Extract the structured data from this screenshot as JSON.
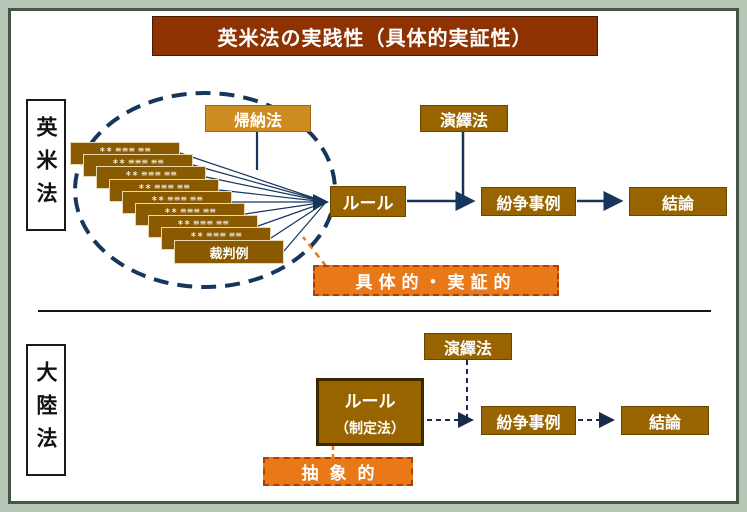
{
  "title": "英米法の実践性（具体的実証性）",
  "colors": {
    "title_bg": "#8e3202",
    "box_brown": "#986400",
    "box_gold": "#cc8c22",
    "note_orange": "#e87818",
    "arrow_navy": "#16365c",
    "frame_sage": "#b6c7b6"
  },
  "top_section": {
    "side_label": "英米法",
    "induction_label": "帰納法",
    "deduction_label": "演繹法",
    "card_text": "∗∗ ≡≡≡ ≡≡",
    "cards_label": "裁判例",
    "rule_label": "ルール",
    "dispute_label": "紛争事例",
    "conclusion_label": "結論",
    "note_label": "具体的・実証的"
  },
  "bottom_section": {
    "side_label": "大陸法",
    "deduction_label": "演繹法",
    "rule_label": "ルール",
    "rule_sub_label": "（制定法）",
    "dispute_label": "紛争事例",
    "conclusion_label": "結論",
    "note_label": "抽象的"
  }
}
